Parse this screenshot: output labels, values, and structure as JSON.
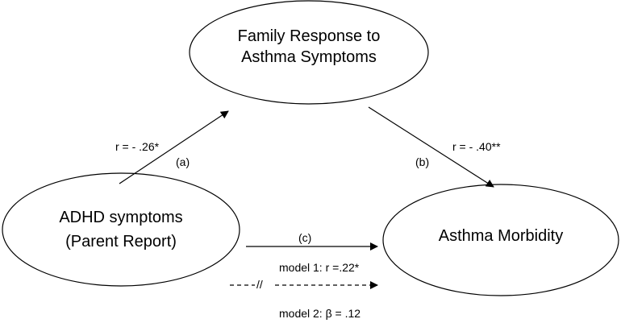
{
  "diagram": {
    "nodes": {
      "mediator": {
        "line1": "Family Response to",
        "line2": "Asthma Symptoms"
      },
      "predictor": {
        "line1": "ADHD symptoms",
        "line2": "(Parent Report)"
      },
      "outcome": {
        "line1": "Asthma Morbidity"
      }
    },
    "edges": {
      "a": {
        "path_label": "(a)",
        "stat": "r = - .26*"
      },
      "b": {
        "path_label": "(b)",
        "stat": "r =  - .40**"
      },
      "c": {
        "path_label": "(c)",
        "model1": "model 1: r =.22*",
        "model2": "model 2: β = .12"
      },
      "c_prime_break": "//"
    }
  }
}
